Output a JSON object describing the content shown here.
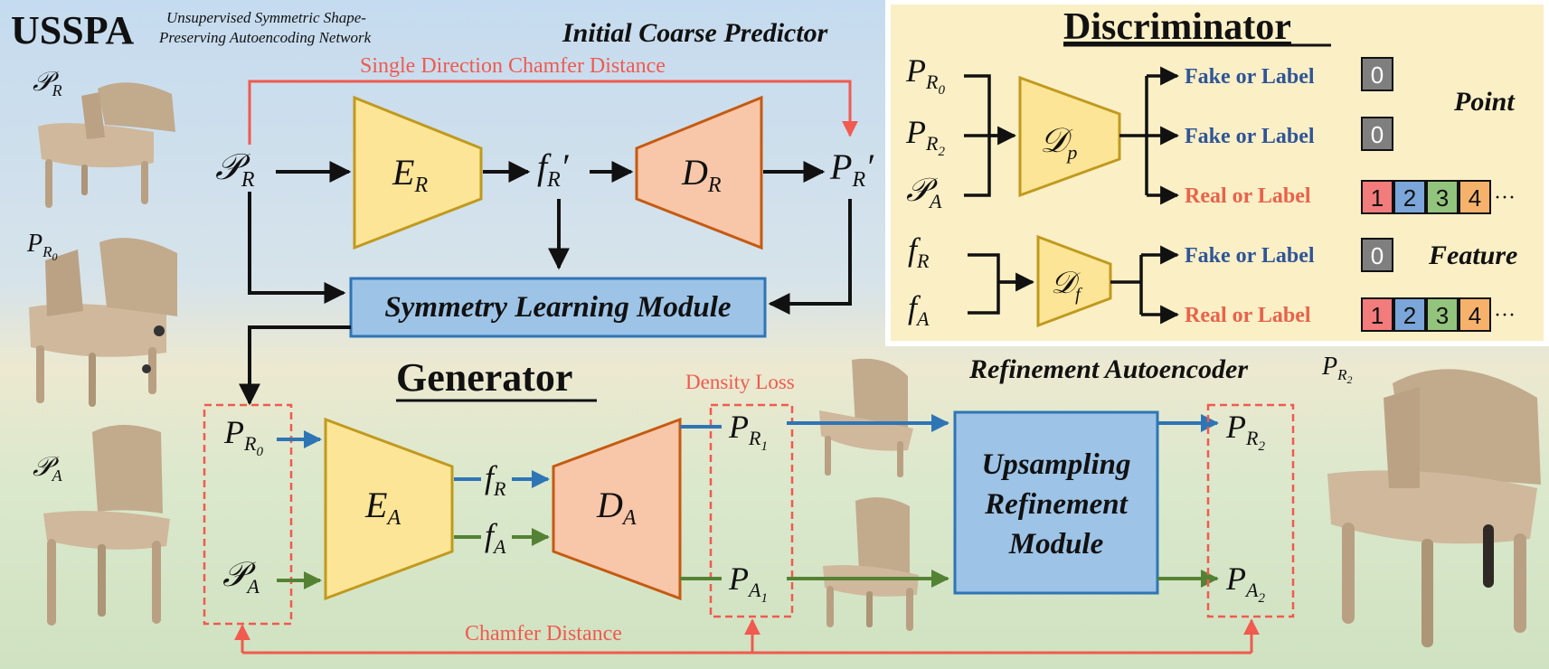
{
  "header": {
    "acronym": "USSPA",
    "subtitle_line1": "Unsupervised Symmetric Shape-",
    "subtitle_line2": "Preserving Autoencoding Network"
  },
  "sections": {
    "initial_coarse_predictor": "Initial Coarse Predictor",
    "discriminator": "Discriminator",
    "generator": "Generator",
    "refinement_autoencoder": "Refinement Autoencoder"
  },
  "losses": {
    "single_direction": "Single Direction Chamfer Distance",
    "density": "Density Loss",
    "chamfer": "Chamfer Distance"
  },
  "modules": {
    "symmetry": "Symmetry Learning Module",
    "upsampling_line1": "Upsampling",
    "upsampling_line2": "Refinement",
    "upsampling_line3": "Module"
  },
  "symbols": {
    "P_R_script": "𝒫",
    "P_A_script": "𝒫",
    "P": "P",
    "E": "E",
    "D": "D",
    "f": "f",
    "D_script": "𝒟",
    "sub_R": "R",
    "sub_A": "A",
    "sub_p": "p",
    "sub_f": "f",
    "sub_0": "0",
    "sub_1": "1",
    "sub_2": "2",
    "prime": "′"
  },
  "discriminator": {
    "outputs": [
      {
        "label": "Fake or Label",
        "kind": "fake"
      },
      {
        "label": "Fake or Label",
        "kind": "fake"
      },
      {
        "label": "Real or Label",
        "kind": "real"
      },
      {
        "label": "Fake or Label",
        "kind": "fake"
      },
      {
        "label": "Real or Label",
        "kind": "real"
      }
    ],
    "zero_label": "0",
    "class_labels": [
      "1",
      "2",
      "3",
      "4"
    ],
    "class_colors": [
      "#f27b7b",
      "#7ba6d9",
      "#93c47d",
      "#f6b26b"
    ],
    "ellipsis": "···",
    "point_label": "Point",
    "feature_label": "Feature"
  },
  "colors": {
    "loss_red": "#f05a4f",
    "blue_arrow": "#2e75b6",
    "green_arrow": "#548235",
    "encoder_fill": "#fde597",
    "decoder_fill": "#f8c6a8",
    "module_fill": "#9dc3e6",
    "fake_text": "#2f5597",
    "real_text": "#e8634a"
  }
}
